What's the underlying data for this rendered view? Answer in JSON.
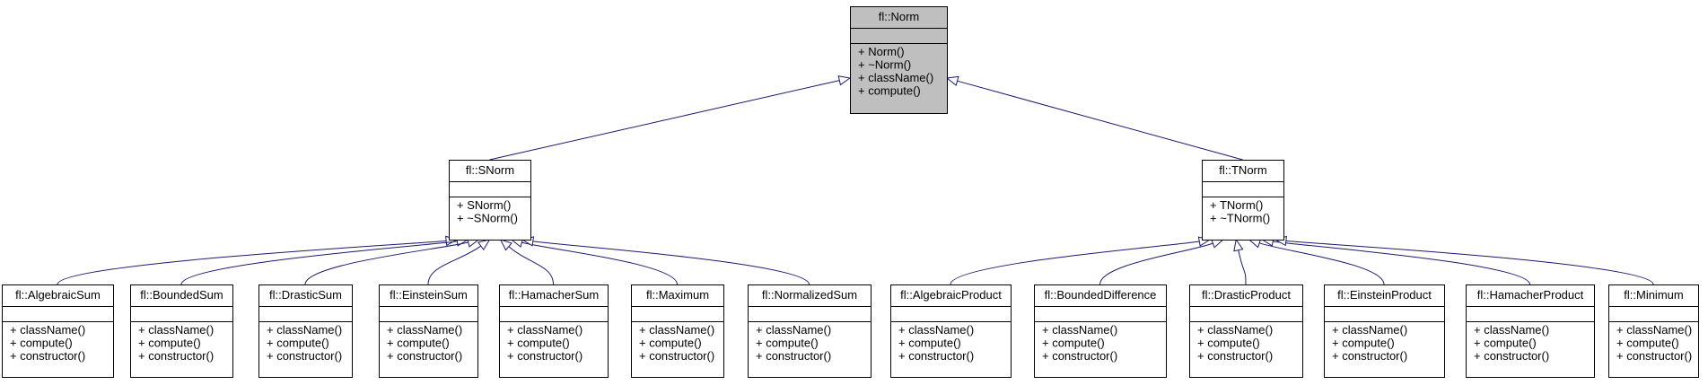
{
  "colors": {
    "edge": "#191970",
    "box_stroke": "#000000",
    "root_fill": "#bfbfbf",
    "box_fill": "#ffffff"
  },
  "classes": [
    {
      "id": "norm",
      "name": "fl::Norm",
      "methods": [
        "+ Norm()",
        "+ ~Norm()",
        "+ className()",
        "+ compute()"
      ],
      "parent": null
    },
    {
      "id": "snorm",
      "name": "fl::SNorm",
      "methods": [
        "+ SNorm()",
        "+ ~SNorm()"
      ],
      "parent": "norm"
    },
    {
      "id": "tnorm",
      "name": "fl::TNorm",
      "methods": [
        "+ TNorm()",
        "+ ~TNorm()"
      ],
      "parent": "norm"
    },
    {
      "id": "algebraicsum",
      "name": "fl::AlgebraicSum",
      "methods": [
        "+ className()",
        "+ compute()",
        "+ constructor()"
      ],
      "parent": "snorm"
    },
    {
      "id": "boundedsum",
      "name": "fl::BoundedSum",
      "methods": [
        "+ className()",
        "+ compute()",
        "+ constructor()"
      ],
      "parent": "snorm"
    },
    {
      "id": "drasticsum",
      "name": "fl::DrasticSum",
      "methods": [
        "+ className()",
        "+ compute()",
        "+ constructor()"
      ],
      "parent": "snorm"
    },
    {
      "id": "einsteinsum",
      "name": "fl::EinsteinSum",
      "methods": [
        "+ className()",
        "+ compute()",
        "+ constructor()"
      ],
      "parent": "snorm"
    },
    {
      "id": "hamachersum",
      "name": "fl::HamacherSum",
      "methods": [
        "+ className()",
        "+ compute()",
        "+ constructor()"
      ],
      "parent": "snorm"
    },
    {
      "id": "maximum",
      "name": "fl::Maximum",
      "methods": [
        "+ className()",
        "+ compute()",
        "+ constructor()"
      ],
      "parent": "snorm"
    },
    {
      "id": "normalizedsum",
      "name": "fl::NormalizedSum",
      "methods": [
        "+ className()",
        "+ compute()",
        "+ constructor()"
      ],
      "parent": "snorm"
    },
    {
      "id": "algebraicproduct",
      "name": "fl::AlgebraicProduct",
      "methods": [
        "+ className()",
        "+ compute()",
        "+ constructor()"
      ],
      "parent": "tnorm"
    },
    {
      "id": "boundeddifference",
      "name": "fl::BoundedDifference",
      "methods": [
        "+ className()",
        "+ compute()",
        "+ constructor()"
      ],
      "parent": "tnorm"
    },
    {
      "id": "drasticproduct",
      "name": "fl::DrasticProduct",
      "methods": [
        "+ className()",
        "+ compute()",
        "+ constructor()"
      ],
      "parent": "tnorm"
    },
    {
      "id": "einsteinproduct",
      "name": "fl::EinsteinProduct",
      "methods": [
        "+ className()",
        "+ compute()",
        "+ constructor()"
      ],
      "parent": "tnorm"
    },
    {
      "id": "hamacherproduct",
      "name": "fl::HamacherProduct",
      "methods": [
        "+ className()",
        "+ compute()",
        "+ constructor()"
      ],
      "parent": "tnorm"
    },
    {
      "id": "minimum",
      "name": "fl::Minimum",
      "methods": [
        "+ className()",
        "+ compute()",
        "+ constructor()"
      ],
      "parent": "tnorm"
    }
  ]
}
